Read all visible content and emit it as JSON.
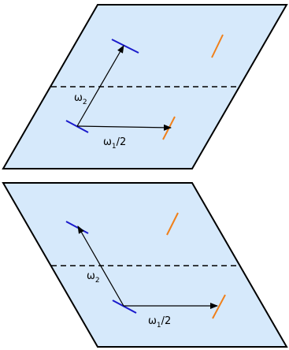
{
  "labels": {
    "omega2_symbol": "ω",
    "omega2_sub": "2",
    "omega1_symbol": "ω",
    "omega1_sub": "1",
    "omega1_suffix": "/2"
  },
  "colors": {
    "sheet_fill": "#d6e9fb",
    "sheet_stroke": "#000000",
    "blue_segment": "#1a1acc",
    "orange_segment": "#f0801a",
    "arrow": "#000000",
    "dashed": "#000000"
  }
}
